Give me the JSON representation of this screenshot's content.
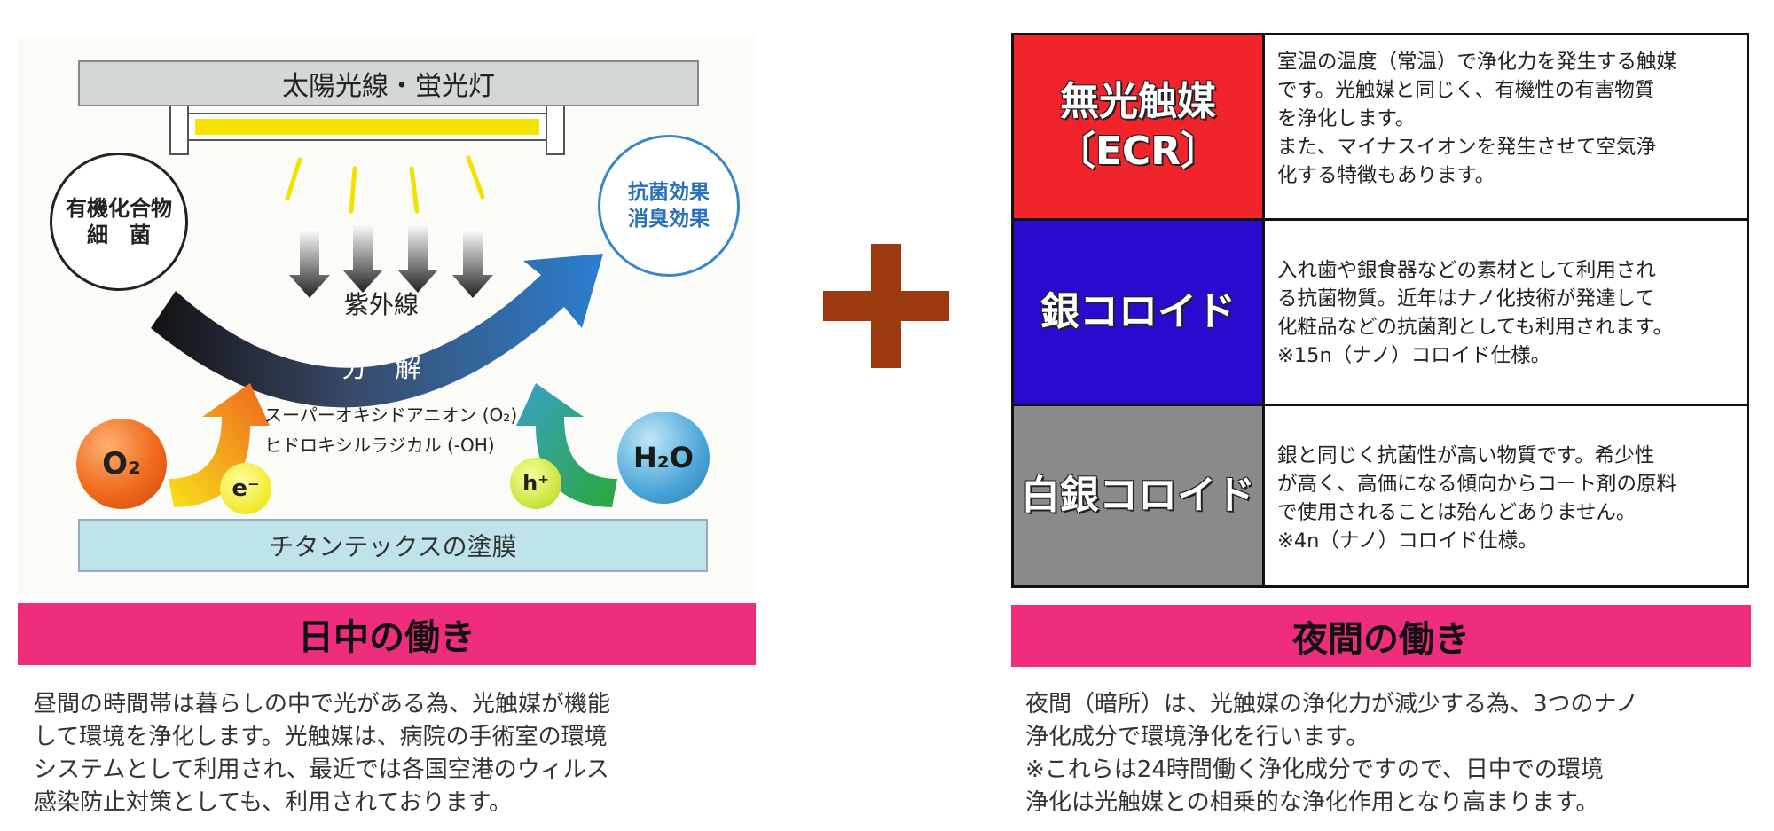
{
  "day_diagram": {
    "light_source_label": "太陽光線・蛍光灯",
    "organic_label_line1": "有機化合物",
    "organic_label_line2": "細　菌",
    "effect_label_line1": "抗菌効果",
    "effect_label_line2": "消臭効果",
    "uv_label": "紫外線",
    "decompose_label": "分　解",
    "superoxide_label": "スーパーオキシドアニオン (O₂)",
    "hydroxyl_label": "ヒドロキシルラジカル (-OH)",
    "o2_label": "O₂",
    "h2o_label": "H₂O",
    "electron_label": "e⁻",
    "hole_label": "h⁺",
    "coating_label": "チタンテックスの塗膜"
  },
  "night_table": {
    "rows": [
      {
        "label": "無光触媒\n〔ECR〕",
        "color": "#f1232b",
        "text": "室温の温度（常温）で浄化力を発生する触媒\nです。光触媒と同じく、有機性の有害物質\nを浄化します。\nまた、マイナスイオンを発生させて空気浄\n化する特徴もあります。"
      },
      {
        "label": "銀コロイド",
        "color": "#2a0acf",
        "text": "入れ歯や銀食器などの素材として利用され\nる抗菌物質。近年はナノ化技術が発達して\n化粧品などの抗菌剤としても利用されます。\n※15n（ナノ）コロイド仕様。"
      },
      {
        "label": "白銀コロイド",
        "color": "#8a8a8a",
        "text": "銀と同じく抗菌性が高い物質です。希少性\nが高く、高価になる傾向からコート剤の原料\nで使用されることは殆んどありません。\n※4n（ナノ）コロイド仕様。"
      }
    ]
  },
  "day_banner": "日中の働き",
  "night_banner": "夜間の働き",
  "day_description": "昼間の時間帯は暮らしの中で光がある為、光触媒が機能\nして環境を浄化します。光触媒は、病院の手術室の環境\nシステムとして利用され、最近では各国空港のウィルス\n感染防止対策としても、利用されております。",
  "night_description": "夜間（暗所）は、光触媒の浄化力が減少する為、3つのナノ\n浄化成分で環境浄化を行います。\n※これらは24時間働く浄化成分ですので、日中での環境\n浄化は光触媒との相乗的な浄化作用となり高まります。",
  "colors": {
    "banner": "#ef2d7c",
    "plus": "#9b3a0e",
    "coating": "#bfe3ea",
    "effect_circle": "#3a86c8"
  }
}
